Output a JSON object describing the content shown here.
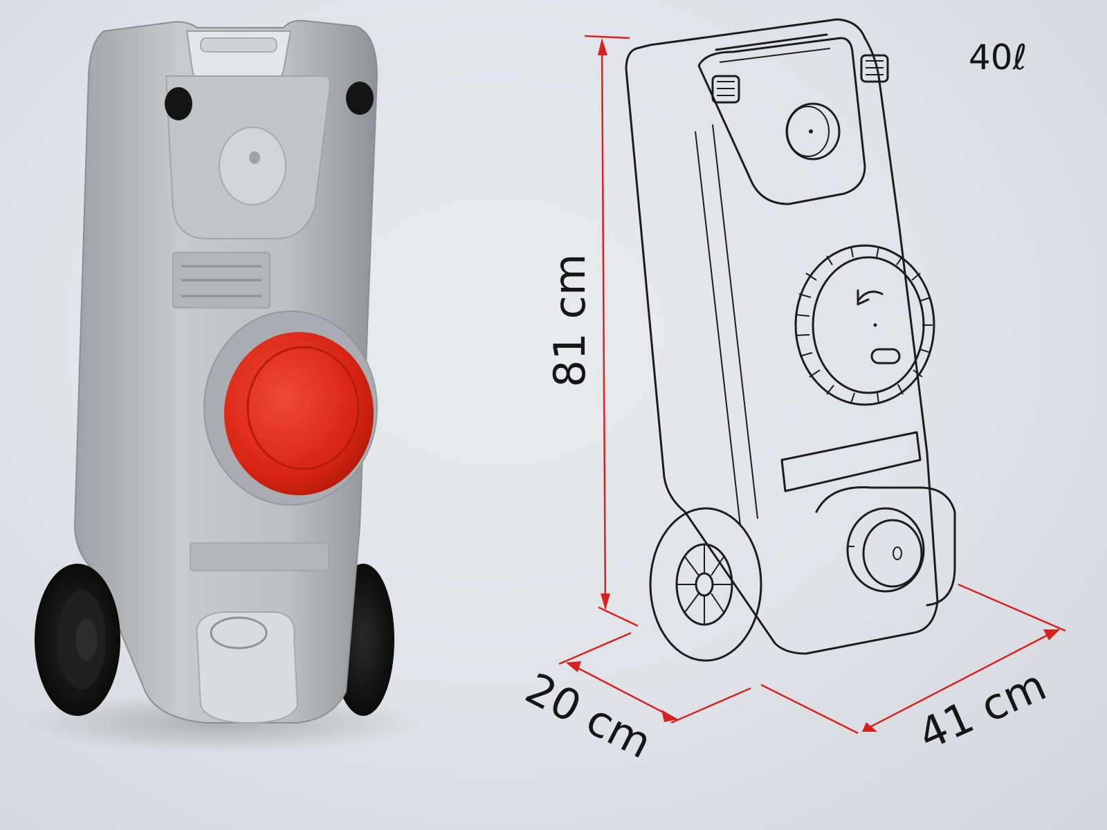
{
  "product": {
    "volume_label": "40ℓ"
  },
  "dimensions": {
    "height_label": "81 cm",
    "depth_label": "20 cm",
    "width_label": "41 cm"
  },
  "colors": {
    "tank_body": "#b9bcbf",
    "cap": "#e02a1a",
    "wheel": "#111111",
    "dimension_lines": "#d82020",
    "line_art": "#1c1c1c",
    "background": "#dfe2e6"
  }
}
